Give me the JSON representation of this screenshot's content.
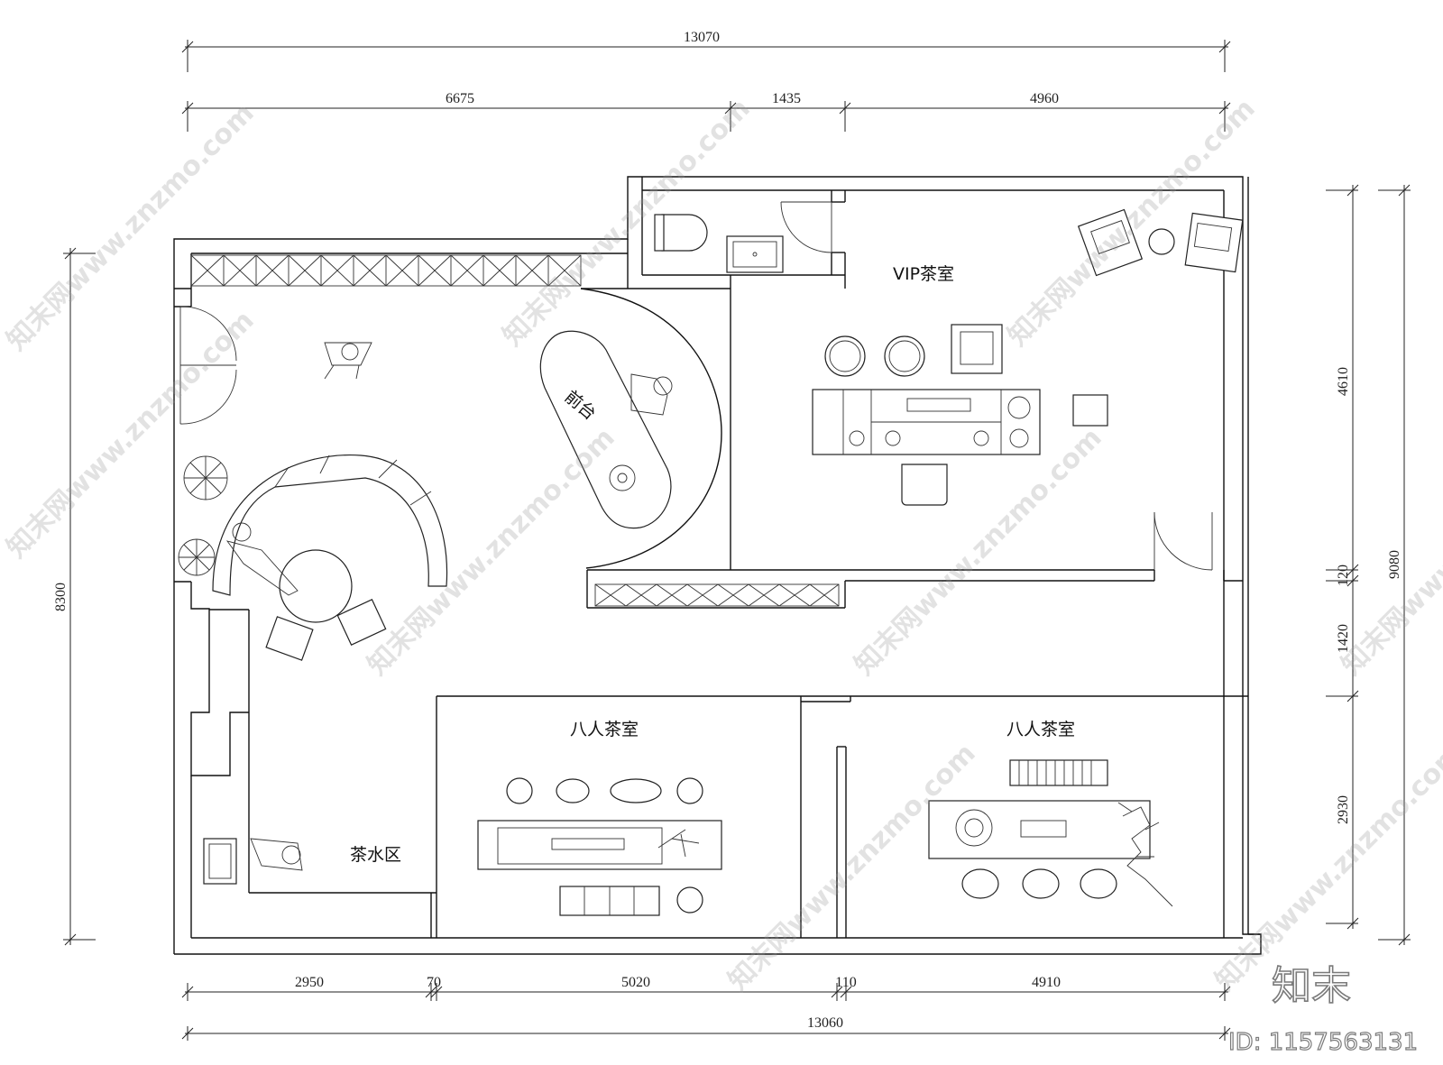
{
  "dimensions": {
    "top_total": "13070",
    "top_1": "6675",
    "top_2": "1435",
    "top_3": "4960",
    "bottom_total": "13060",
    "bottom_1": "2950",
    "bottom_2": "70",
    "bottom_3": "5020",
    "bottom_4": "110",
    "bottom_5": "4910",
    "left": "8300",
    "right_1": "4610",
    "right_2": "120",
    "right_3": "1420",
    "right_4": "2930",
    "right_total": "9080"
  },
  "rooms": {
    "vip": "VIP茶室",
    "reception": "前台",
    "eight_a": "八人茶室",
    "eight_b": "八人茶室",
    "tea_water": "茶水区"
  },
  "watermark": {
    "text": "知末网www.znzmo.com",
    "logo": "知末",
    "id": "ID: 1157563131"
  }
}
